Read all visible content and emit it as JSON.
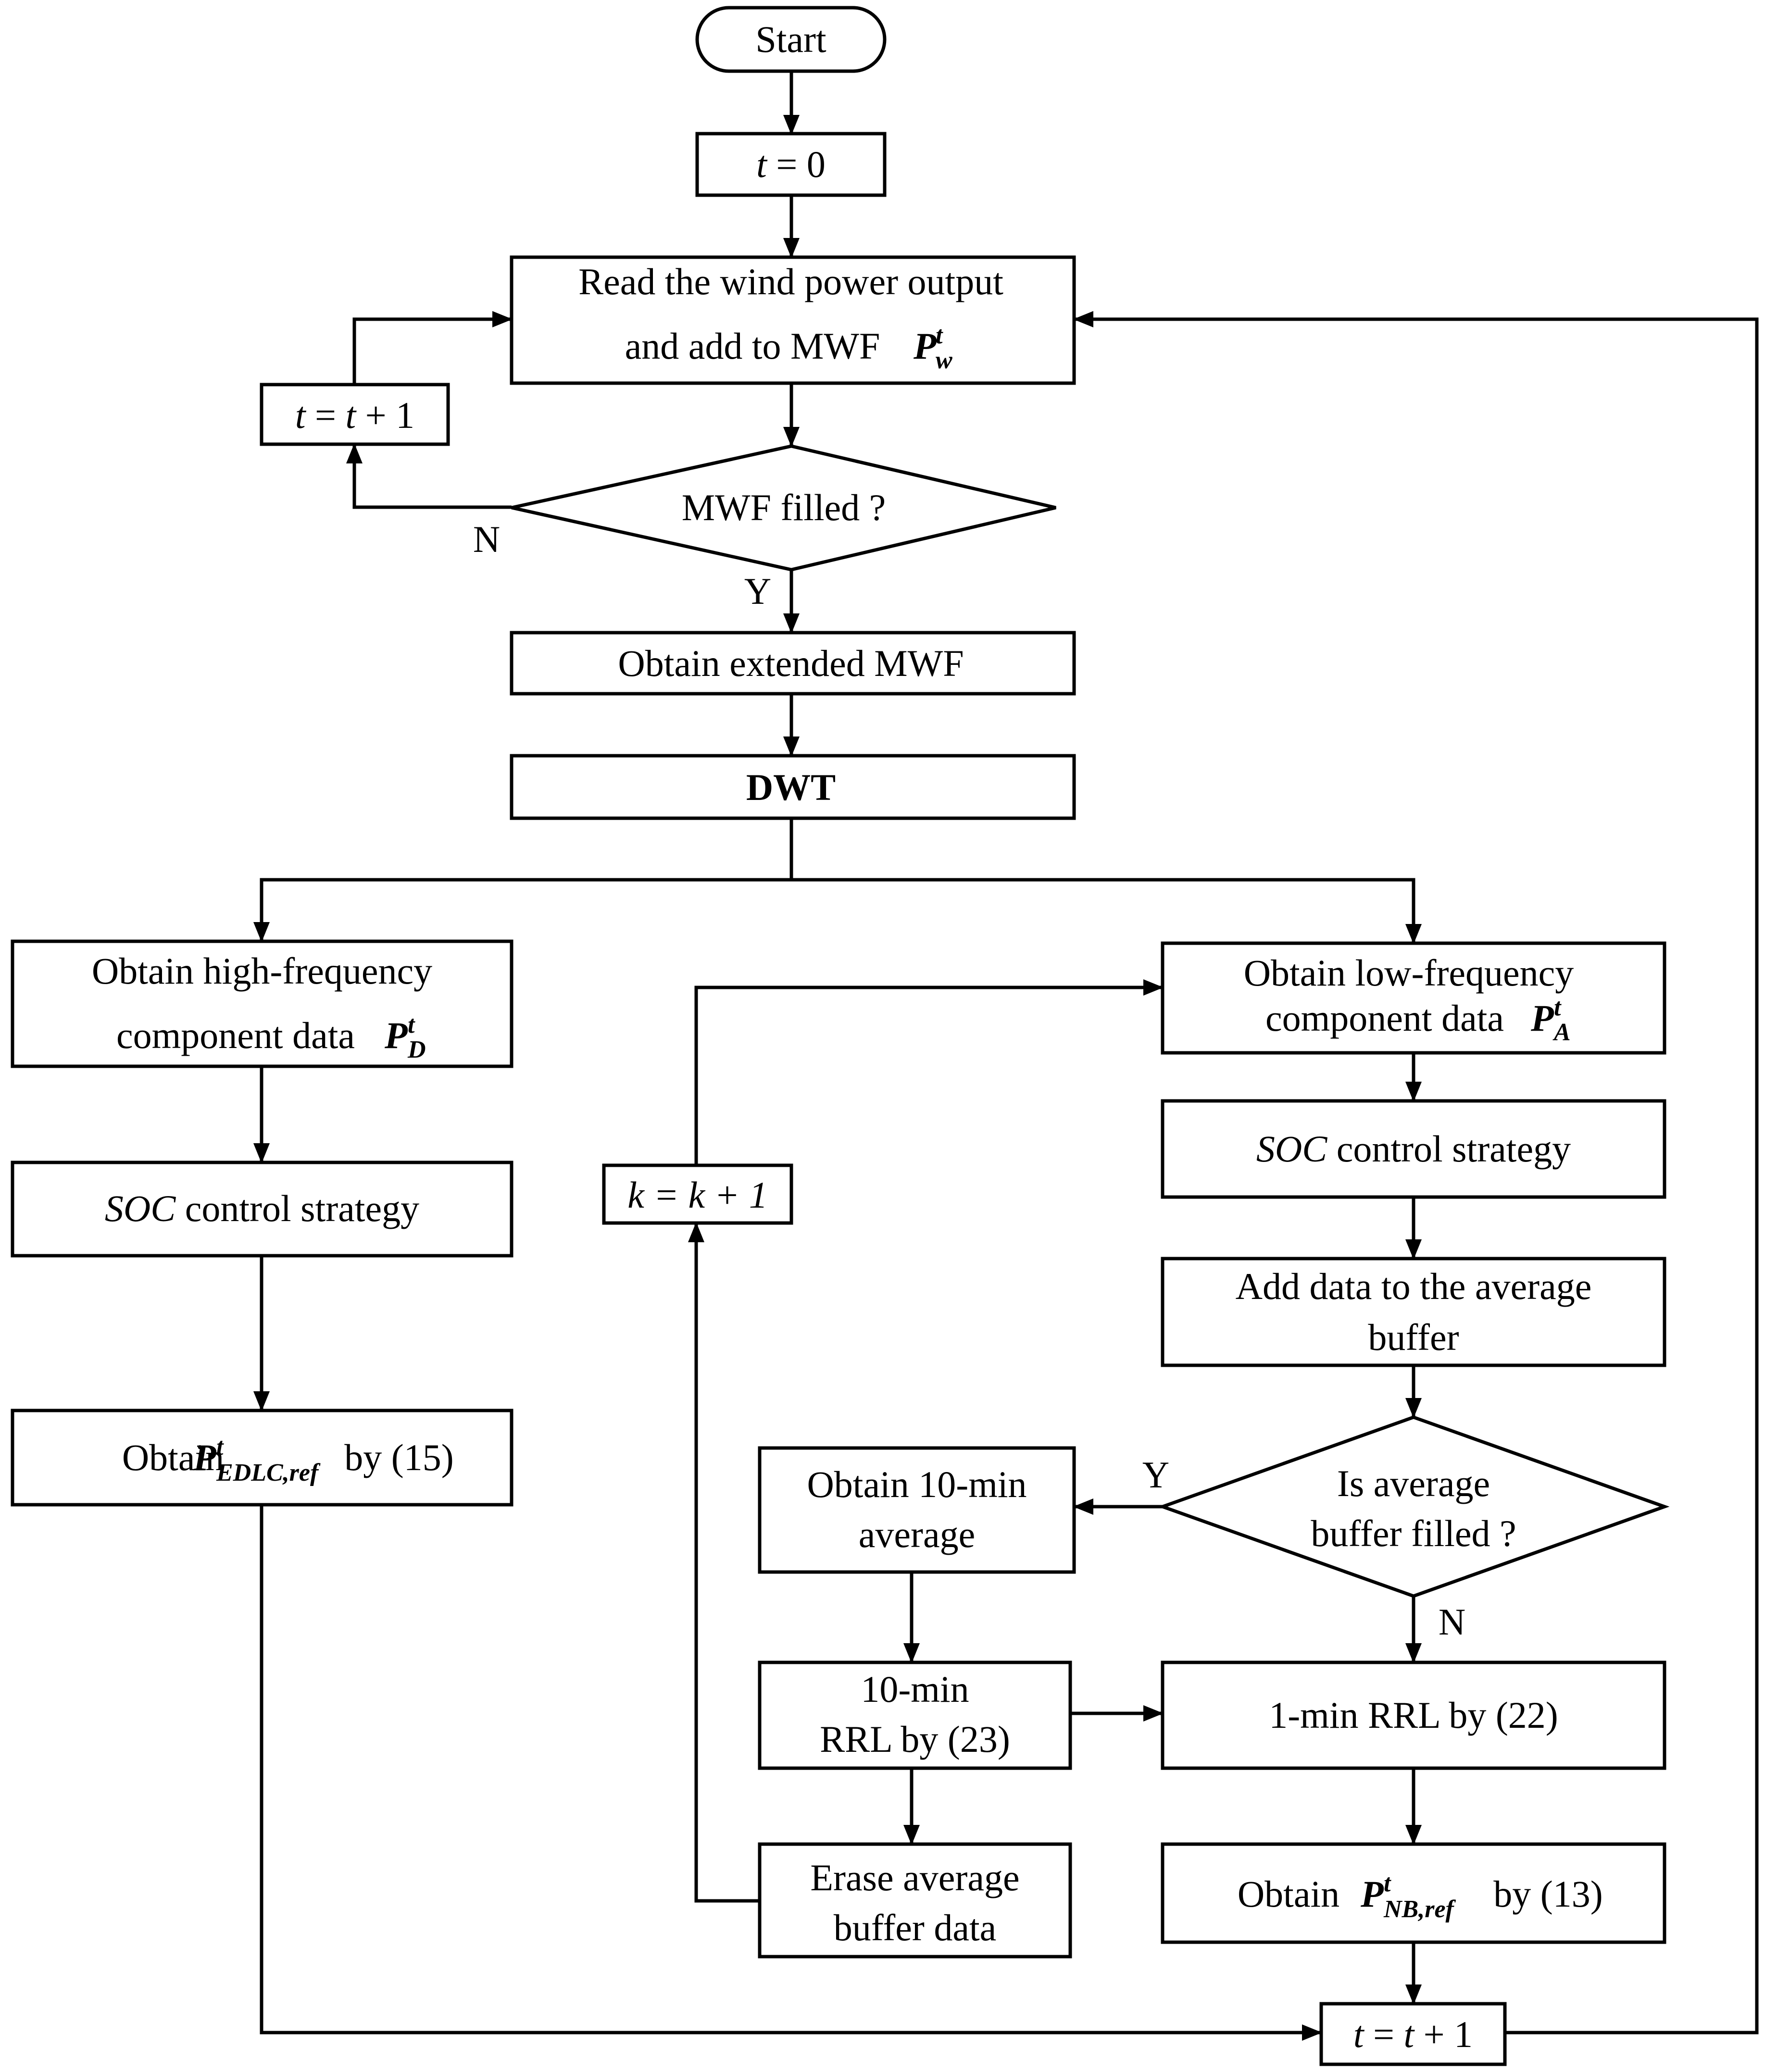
{
  "flowchart": {
    "start": {
      "text": "Start"
    },
    "t_init": {
      "var": "t",
      "rest": " = 0"
    },
    "read_wind": {
      "line1": "Read the wind power output",
      "line2": "and add to MWF",
      "sym": "P",
      "sup": "t",
      "sub": "w"
    },
    "inc_t_top": {
      "var1": "t",
      "eq": " = ",
      "var2": "t",
      "rest": " + 1"
    },
    "mwf_filled": {
      "text": "MWF filled ?"
    },
    "extended_mwf": {
      "text": "Obtain extended MWF"
    },
    "dwt": {
      "text": "DWT"
    },
    "high_freq": {
      "line1": "Obtain high-frequency",
      "line2": "component data",
      "sym": "P",
      "sup": "t",
      "sub": "D"
    },
    "soc_left": {
      "it": "SOC",
      "rest": " control strategy"
    },
    "edlc": {
      "pre": "Obtain",
      "sym": "P",
      "sup": "t",
      "sub": "EDLC,ref",
      "post": "by (15)"
    },
    "low_freq": {
      "line1": "Obtain low-frequency",
      "line2": "component data",
      "sym": "P",
      "sup": "t",
      "sub": "A"
    },
    "soc_right": {
      "it": "SOC",
      "rest": " control strategy"
    },
    "add_buffer": {
      "line1": "Add data to the average",
      "line2": "buffer"
    },
    "buffer_filled": {
      "line1": "Is average",
      "line2": "buffer filled ?"
    },
    "ten_min_avg": {
      "line1": "Obtain 10-min",
      "line2": "average"
    },
    "ten_min_rrl": {
      "line1": "10-min",
      "line2": "RRL by (23)"
    },
    "one_min_rrl": {
      "text": "1-min RRL by (22)"
    },
    "erase_buffer": {
      "line1": "Erase average",
      "line2": "buffer data"
    },
    "nb_ref": {
      "pre": "Obtain",
      "sym": "P",
      "sup": "t",
      "sub": "NB,ref",
      "post": "by (13)"
    },
    "inc_k": {
      "text": "k = k + 1"
    },
    "inc_t_bottom": {
      "var1": "t",
      "eq": " = ",
      "var2": "t",
      "rest": " + 1"
    }
  },
  "edge_labels": {
    "mwf_no": "N",
    "mwf_yes": "Y",
    "buffer_yes": "Y",
    "buffer_no": "N"
  }
}
